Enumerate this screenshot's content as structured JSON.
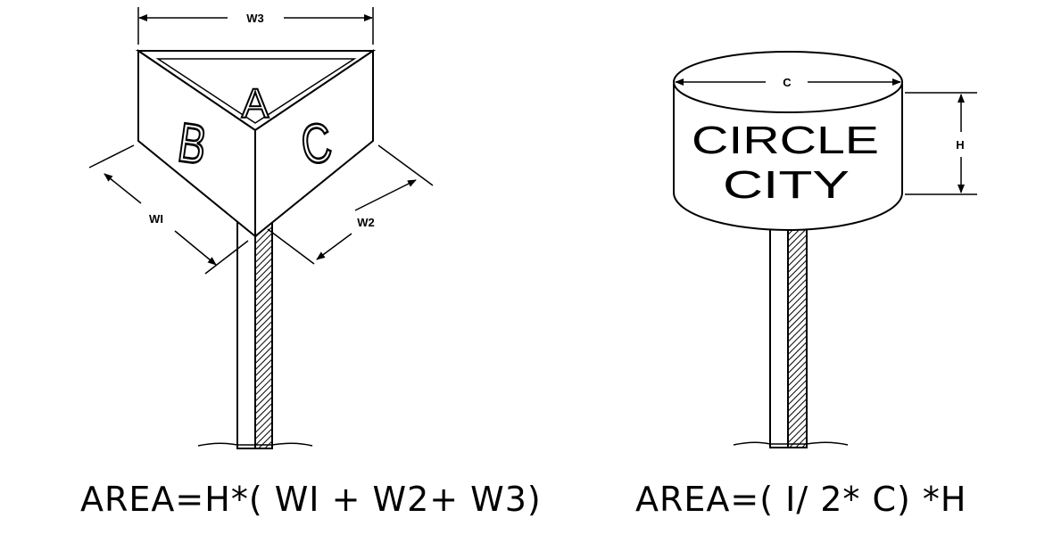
{
  "triangle_sign": {
    "dim_w3": "W3",
    "dim_w1": "WI",
    "dim_w2": "W2",
    "face_top": "A",
    "face_left": "B",
    "face_right": "C",
    "formula": "AREA=H*( WI + W2+ W3)"
  },
  "circle_sign": {
    "dim_c": "C",
    "dim_h": "H",
    "line1": "CIRCLE",
    "line2": "CITY",
    "formula": "AREA=( I/ 2* C) *H"
  }
}
